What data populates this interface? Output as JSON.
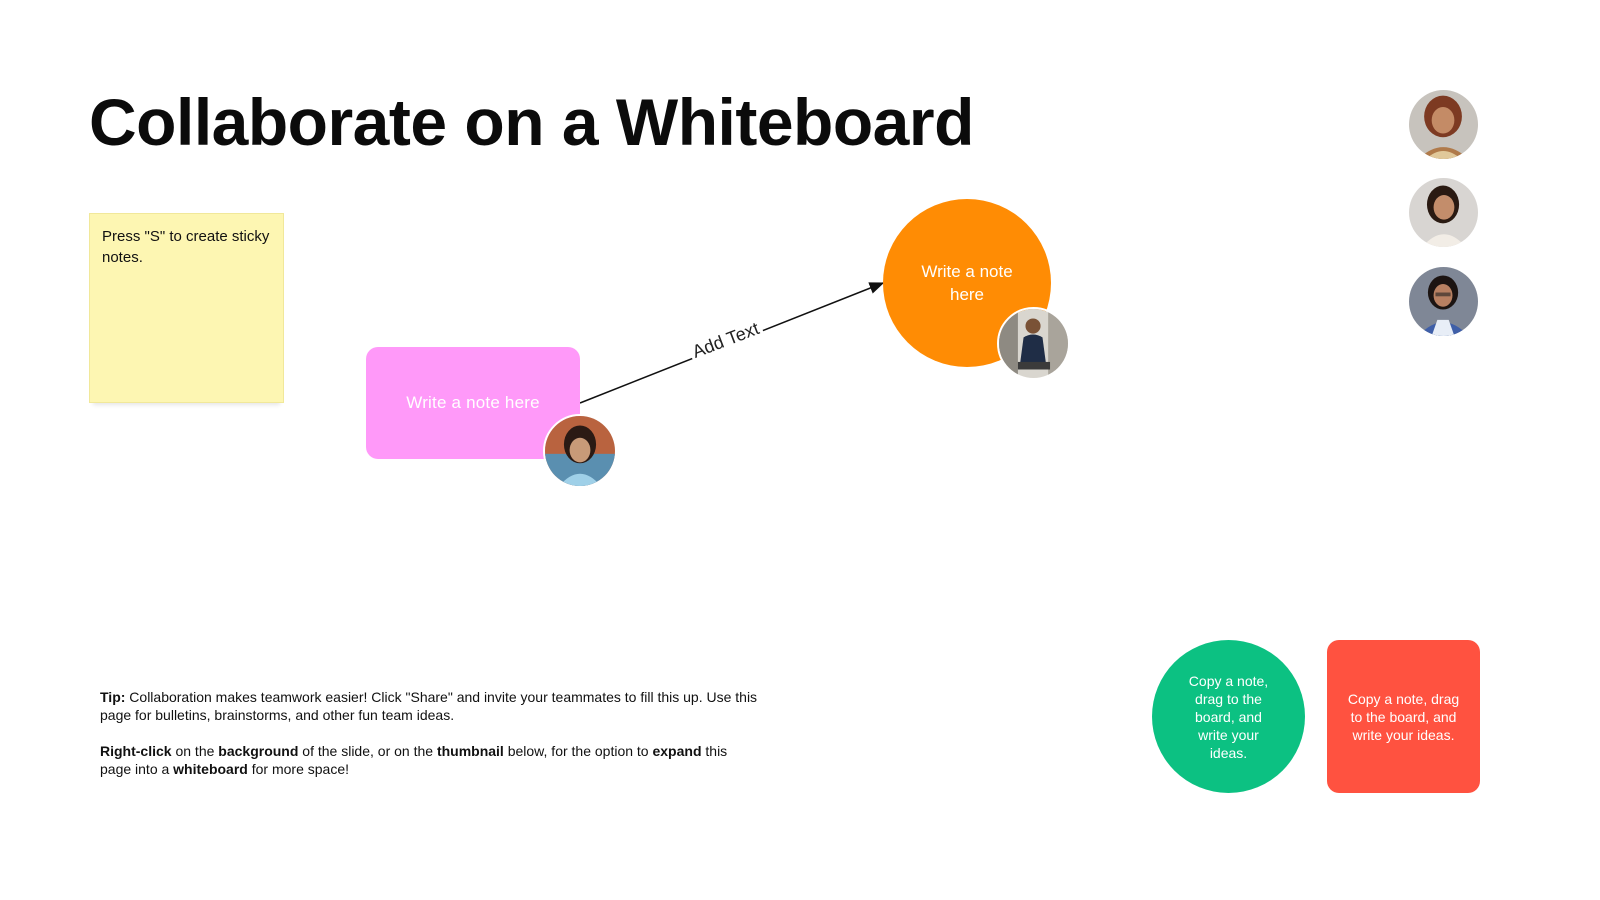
{
  "title": "Collaborate on a Whiteboard",
  "sticky": {
    "text": "Press \"S\" to create sticky notes.",
    "color": "#fdf6b2"
  },
  "pink_note": {
    "text": "Write a note here",
    "color": "#ff99f9"
  },
  "orange_note": {
    "text": "Write a note here",
    "color": "#ff8c04"
  },
  "connector": {
    "label": "Add Text"
  },
  "green_note": {
    "text": "Copy a note, drag to the board, and write your ideas.",
    "color": "#0cc182"
  },
  "red_note": {
    "text": "Copy a note, drag to the board, and write your ideas.",
    "color": "#ff5240"
  },
  "tip": {
    "p1_bold": "Tip:",
    "p1_text": " Collaboration makes teamwork easier! Click \"Share\" and invite your teammates to fill this up. Use this page for bulletins, brainstorms, and other fun team ideas.",
    "p2_b1": "Right-click",
    "p2_t1": " on the ",
    "p2_b2": "background",
    "p2_t2": " of the slide, or on the ",
    "p2_b3": "thumbnail",
    "p2_t3": " below, for the option to ",
    "p2_b4": "expand",
    "p2_t4": " this page into a ",
    "p2_b5": "whiteboard",
    "p2_t5": " for more space!"
  },
  "avatars": {
    "pink_note_author": "avatar-woman-headscarf",
    "orange_note_author": "avatar-man-seated",
    "collaborator_1": "avatar-woman-headwrap",
    "collaborator_2": "avatar-woman-curly-hair",
    "collaborator_3": "avatar-woman-glasses"
  }
}
